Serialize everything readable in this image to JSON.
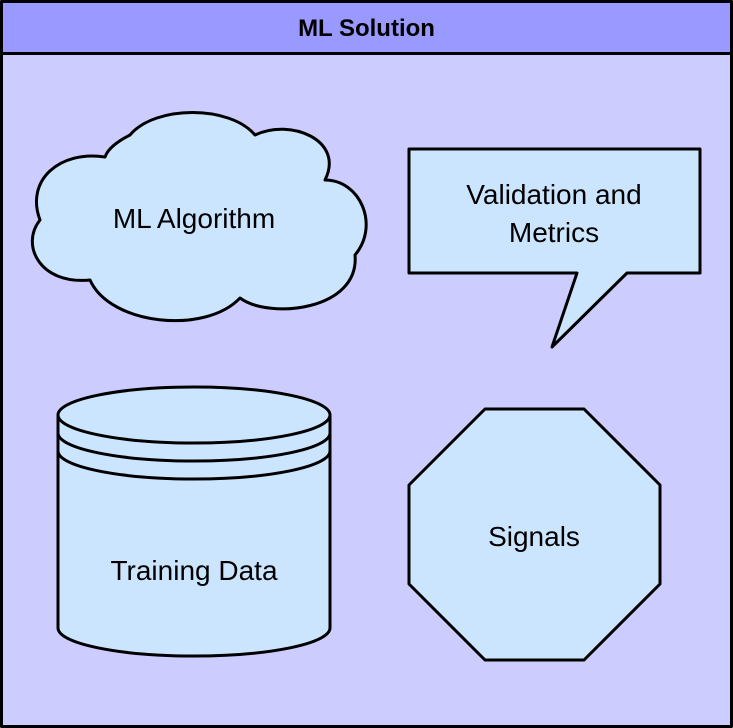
{
  "container": {
    "title": "ML Solution",
    "header_color": "#9999ff",
    "body_color": "#ccccff"
  },
  "shape_fill": "#cce5ff",
  "shapes": {
    "cloud": {
      "label": "ML Algorithm",
      "icon": "cloud-shape"
    },
    "callout": {
      "label_line1": "Validation and",
      "label_line2": "Metrics",
      "icon": "speech-bubble-shape"
    },
    "cylinder": {
      "label": "Training Data",
      "icon": "database-cylinder-shape"
    },
    "octagon": {
      "label": "Signals",
      "icon": "octagon-shape"
    }
  }
}
